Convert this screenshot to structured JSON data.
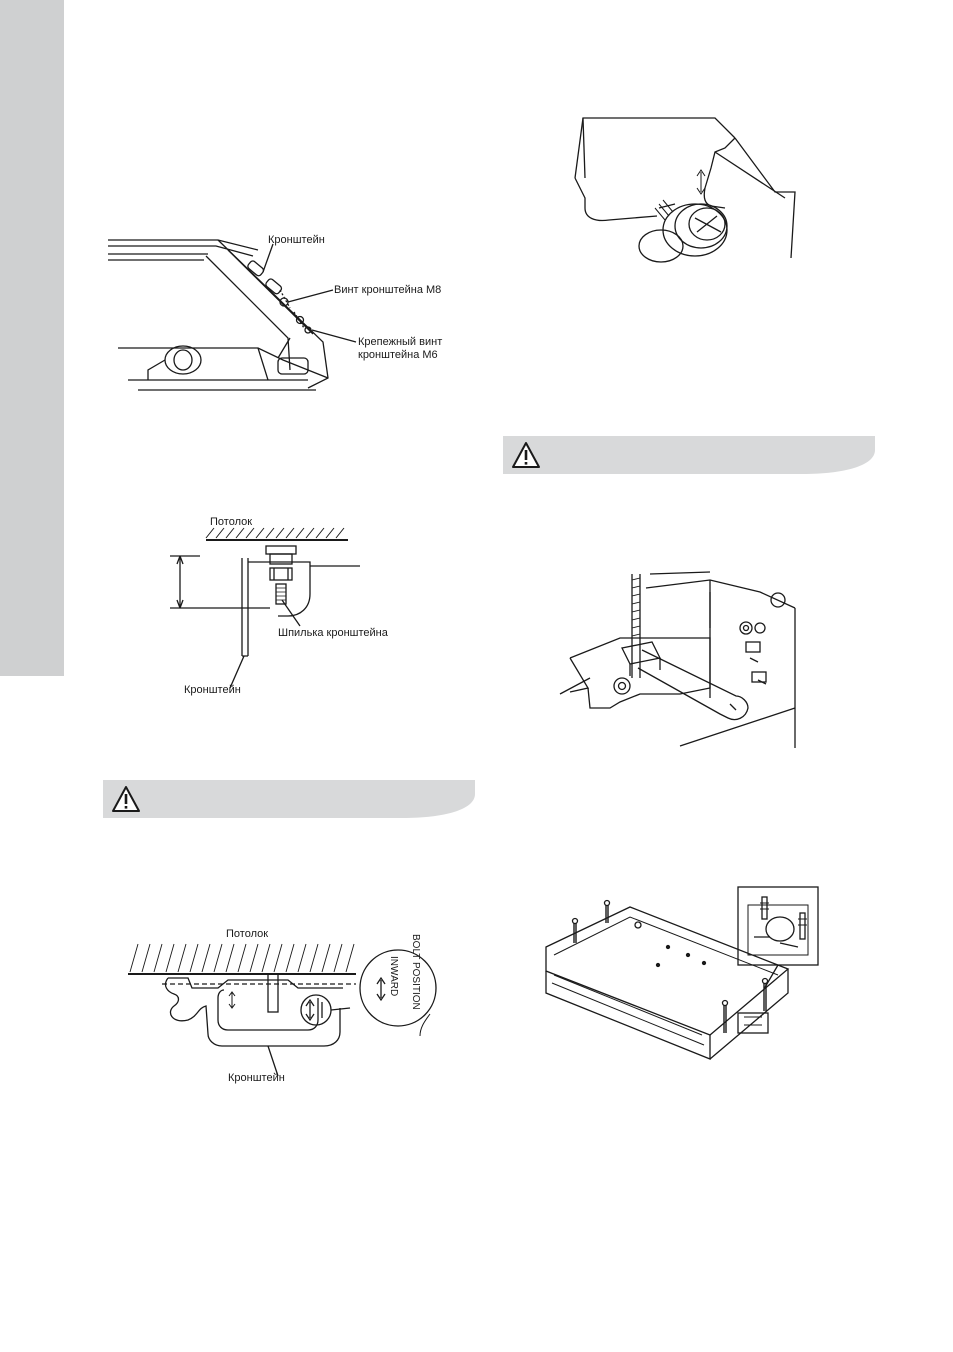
{
  "fig_bracket": {
    "label_bracket": "Кронштейн",
    "label_screw_m8": "Винт кронштейна М8",
    "label_fix_screw_line1": "Крепежный винт",
    "label_fix_screw_line2": "кронштейна М6"
  },
  "fig_stud": {
    "label_ceiling": "Потолок",
    "label_stud": "Шпилька кронштейна",
    "label_bracket": "Кронштейн"
  },
  "fig_bolt_position": {
    "label_ceiling": "Потолок",
    "label_bracket": "Кронштейн",
    "label_stamp_line1": "BOLT POSITION",
    "label_stamp_line2": "INWARD"
  },
  "warnings": [
    {
      "icon": "warning-triangle-icon"
    },
    {
      "icon": "warning-triangle-icon"
    }
  ],
  "colors": {
    "side_strip": "#cfd0d1",
    "warning_bar": "#d8d9da",
    "line": "#1a1a1a"
  }
}
